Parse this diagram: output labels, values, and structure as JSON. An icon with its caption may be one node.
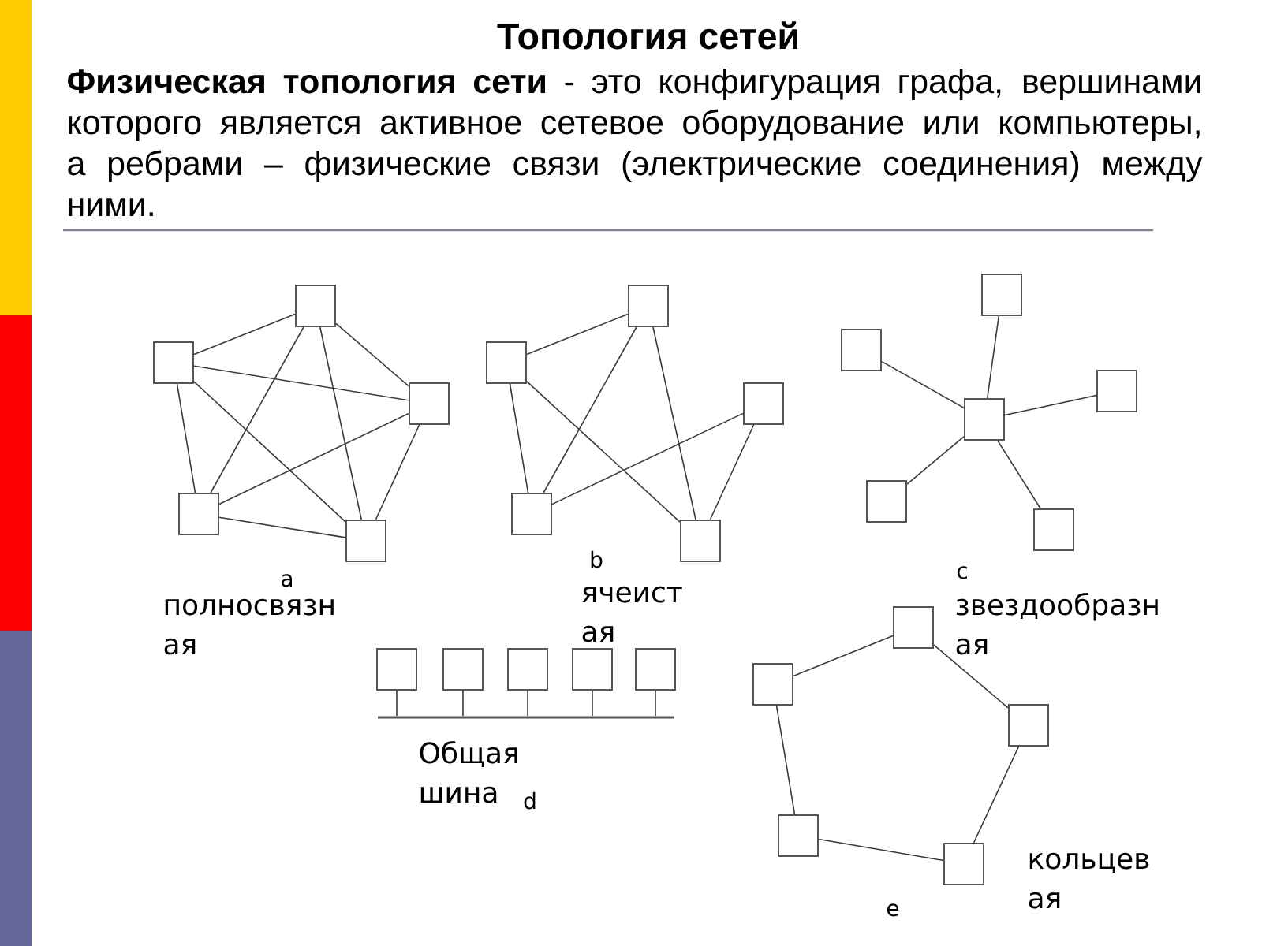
{
  "diagram": {
    "title": "Топология сетей",
    "nodes": [
      {
        "text": [],
        "shape": "box"
      },
      {
        "text": [],
        "shape": "box"
      },
      {
        "text": [],
        "shape": "box"
      },
      {
        "text": [],
        "shape": "box"
      },
      {
        "text": [],
        "shape": "box"
      },
      {
        "text": [],
        "shape": "box"
      },
      {
        "text": [],
        "shape": "box"
      },
      {
        "text": [],
        "shape": "box"
      },
      {
        "text": [],
        "shape": "box"
      },
      {
        "text": [],
        "shape": "box"
      },
      {
        "text": [],
        "shape": "box"
      },
      {
        "text": [],
        "shape": "box"
      },
      {
        "text": [],
        "shape": "box"
      },
      {
        "text": [],
        "shape": "box"
      },
      {
        "text": [],
        "shape": "box"
      },
      {
        "text": [],
        "shape": "box"
      },
      {
        "text": [],
        "shape": "box"
      },
      {
        "text": [],
        "shape": "box"
      },
      {
        "text": [],
        "shape": "box"
      },
      {
        "text": [],
        "shape": "box"
      },
      {
        "text": [],
        "shape": "box"
      },
      {
        "text": [],
        "shape": "bar"
      },
      {
        "text": [],
        "shape": "box"
      },
      {
        "text": [],
        "shape": "box"
      },
      {
        "text": [],
        "shape": "box"
      },
      {
        "text": [],
        "shape": "box"
      },
      {
        "text": [],
        "shape": "box"
      }
    ],
    "edges": [
      {
        "from": 0,
        "to": 1,
        "arrow": "none"
      },
      {
        "from": 0,
        "to": 2,
        "arrow": "none"
      },
      {
        "from": 0,
        "to": 3,
        "arrow": "none"
      },
      {
        "from": 0,
        "to": 4,
        "arrow": "none"
      },
      {
        "from": 1,
        "to": 2,
        "arrow": "none"
      },
      {
        "from": 1,
        "to": 3,
        "arrow": "none"
      },
      {
        "from": 1,
        "to": 4,
        "arrow": "none"
      },
      {
        "from": 2,
        "to": 3,
        "arrow": "none"
      },
      {
        "from": 2,
        "to": 4,
        "arrow": "none"
      },
      {
        "from": 3,
        "to": 4,
        "arrow": "none"
      },
      {
        "from": 6,
        "to": 5,
        "arrow": "none"
      },
      {
        "from": 6,
        "to": 8,
        "arrow": "none"
      },
      {
        "from": 6,
        "to": 9,
        "arrow": "none"
      },
      {
        "from": 5,
        "to": 8,
        "arrow": "none"
      },
      {
        "from": 5,
        "to": 9,
        "arrow": "none"
      },
      {
        "from": 7,
        "to": 8,
        "arrow": "none"
      },
      {
        "from": 7,
        "to": 9,
        "arrow": "none"
      },
      {
        "from": 13,
        "to": 10,
        "arrow": "none"
      },
      {
        "from": 13,
        "to": 11,
        "arrow": "none"
      },
      {
        "from": 13,
        "to": 12,
        "arrow": "none"
      },
      {
        "from": 13,
        "to": 14,
        "arrow": "none"
      },
      {
        "from": 13,
        "to": 15,
        "arrow": "none"
      },
      {
        "from": 16,
        "to": 21,
        "arrow": "none"
      },
      {
        "from": 17,
        "to": 21,
        "arrow": "none"
      },
      {
        "from": 18,
        "to": 21,
        "arrow": "none"
      },
      {
        "from": 19,
        "to": 21,
        "arrow": "none"
      },
      {
        "from": 20,
        "to": 21,
        "arrow": "none"
      },
      {
        "from": 23,
        "to": 22,
        "arrow": "none"
      },
      {
        "from": 22,
        "to": 24,
        "arrow": "none"
      },
      {
        "from": 24,
        "to": 26,
        "arrow": "none"
      },
      {
        "from": 26,
        "to": 25,
        "arrow": "none"
      },
      {
        "from": 25,
        "to": 23,
        "arrow": "none"
      }
    ],
    "labels": [
      "**Физическая топология сети** - это конфигурация графа, вершинами которого является активное сетевое оборудование или компьютеры, а ребрами – физические связи (электрические соединения) между ними.",
      "a",
      "полносвязн ая",
      "b",
      "ячеист ая",
      "c",
      "звездообразн ая",
      "Общая шина",
      "d",
      "e",
      "кольцев ая"
    ]
  }
}
